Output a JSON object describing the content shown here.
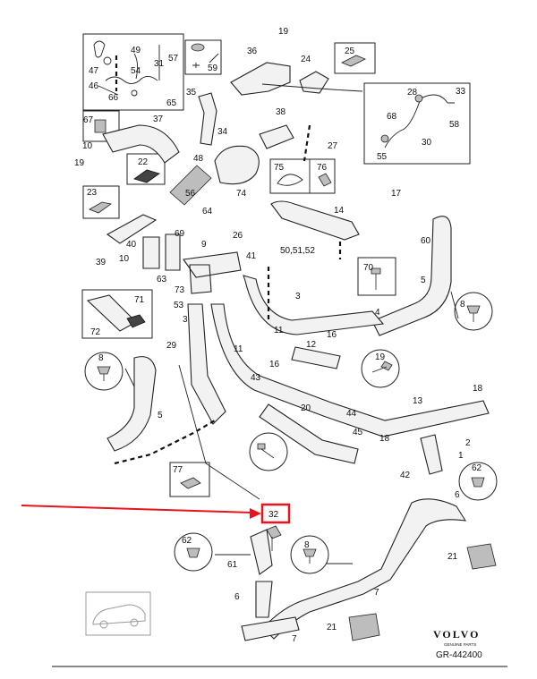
{
  "diagram": {
    "labels": [
      "19",
      "36",
      "25",
      "24",
      "47",
      "49",
      "31",
      "57",
      "54",
      "59",
      "46",
      "65",
      "66",
      "35",
      "28",
      "33",
      "68",
      "58",
      "67",
      "37",
      "38",
      "10",
      "34",
      "27",
      "30",
      "55",
      "19",
      "22",
      "48",
      "75",
      "76",
      "23",
      "56",
      "74",
      "17",
      "14",
      "64",
      "26",
      "40",
      "69",
      "60",
      "50,51,52",
      "39",
      "10",
      "9",
      "41",
      "70",
      "63",
      "73",
      "71",
      "53",
      "5",
      "8",
      "72",
      "3",
      "3",
      "11",
      "12",
      "16",
      "4",
      "29",
      "19",
      "8",
      "11",
      "43",
      "16",
      "18",
      "5",
      "13",
      "20",
      "44",
      "2",
      "1",
      "45",
      "18",
      "77",
      "42",
      "62",
      "32",
      "6",
      "62",
      "8",
      "61",
      "21",
      "7",
      "6",
      "21",
      "7"
    ],
    "highlight_label": "32",
    "logo_text": "VOLVO",
    "logo_sub": "GENUINE PARTS",
    "code": "GR-442400"
  }
}
